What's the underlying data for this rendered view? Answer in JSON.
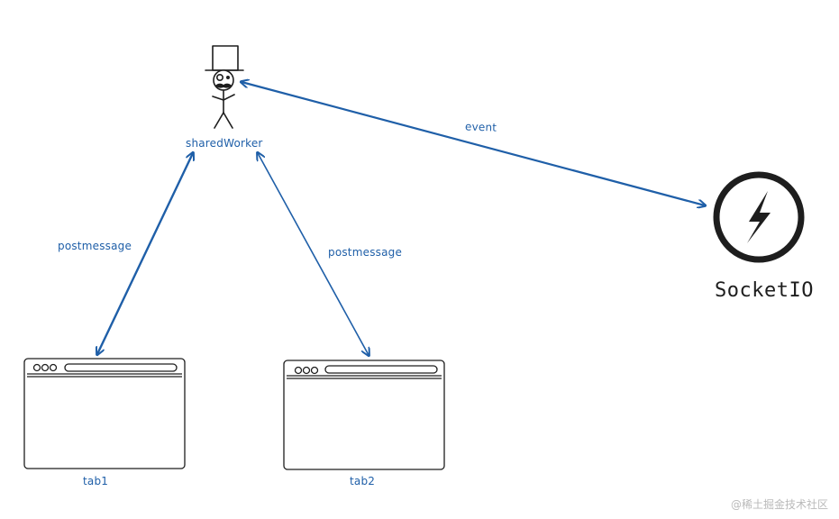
{
  "nodes": {
    "worker": {
      "label": "sharedWorker"
    },
    "socket": {
      "label": "SocketIO"
    },
    "tab1": {
      "label": "tab1"
    },
    "tab2": {
      "label": "tab2"
    }
  },
  "edges": {
    "worker_socket": {
      "label": "event"
    },
    "worker_tab1": {
      "label": "postmessage"
    },
    "worker_tab2": {
      "label": "postmessage"
    }
  },
  "watermark": "@稀土掘金技术社区",
  "colors": {
    "edge": "#1f5fa8",
    "stroke": "#1e1e1e",
    "watermark": "#b9b9b9"
  },
  "icons": {
    "worker": "top-hat-stick-figure-icon",
    "socket": "socketio-logo-icon",
    "tab": "browser-window-icon"
  }
}
